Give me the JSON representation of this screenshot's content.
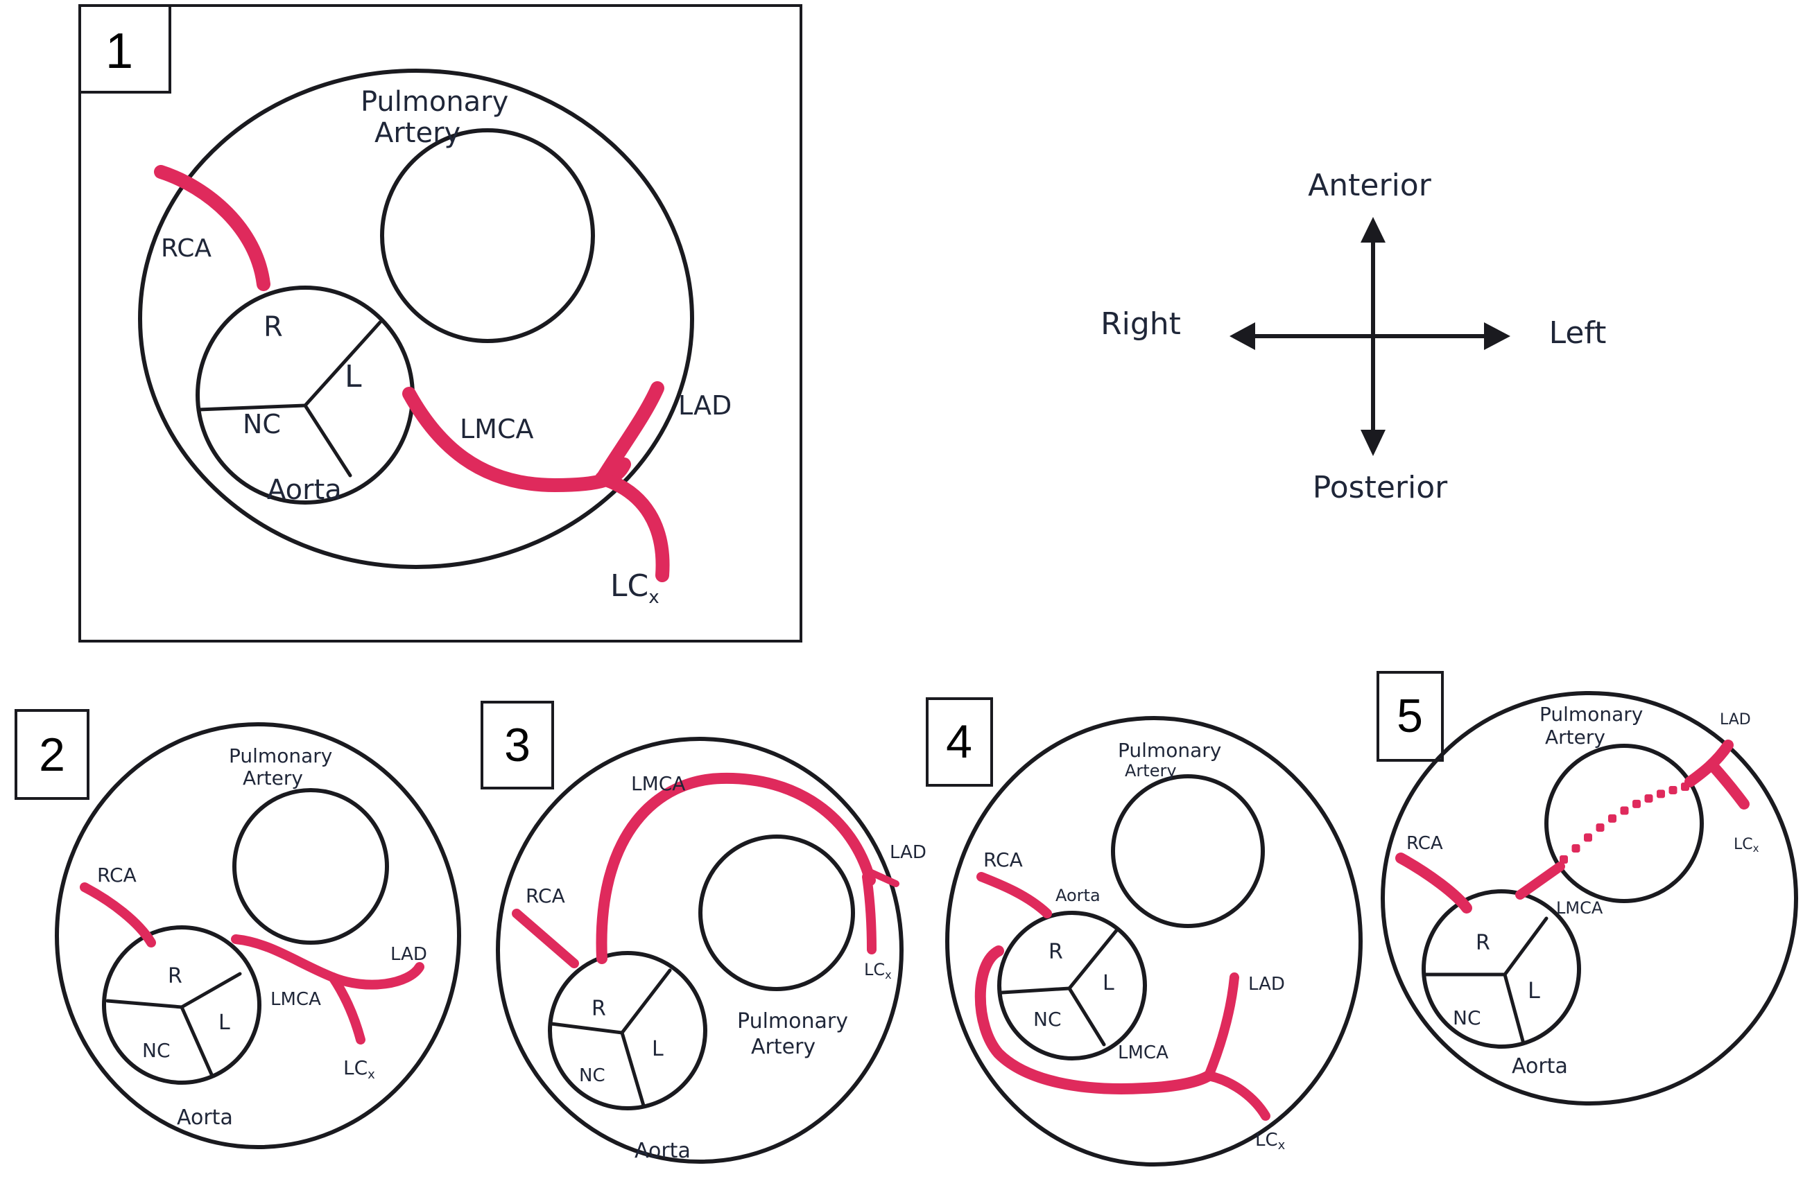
{
  "figure": {
    "colors": {
      "vessel": "#df2a5c",
      "ink": "#1a1a1f",
      "label_text": "#1f2638"
    },
    "compass": {
      "up": "Anterior",
      "down": "Posterior",
      "left": "Right",
      "right": "Left"
    },
    "panels": [
      {
        "number": "1",
        "labels": {
          "pulmonary_artery_line1": "Pulmonary",
          "pulmonary_artery_line2": "Artery",
          "aorta": "Aorta",
          "rca": "RCA",
          "lmca": "LMCA",
          "lad": "LAD",
          "lcx_main": "LC",
          "lcx_sub": "x",
          "cusp_r": "R",
          "cusp_l": "L",
          "cusp_nc": "NC"
        }
      },
      {
        "number": "2",
        "labels": {
          "pulmonary_artery_line1": "Pulmonary",
          "pulmonary_artery_line2": "Artery",
          "aorta": "Aorta",
          "rca": "RCA",
          "lmca": "LMCA",
          "lad": "LAD",
          "lcx_main": "LC",
          "lcx_sub": "x",
          "cusp_r": "R",
          "cusp_l": "L",
          "cusp_nc": "NC"
        }
      },
      {
        "number": "3",
        "labels": {
          "pulmonary_artery_line1": "Pulmonary",
          "pulmonary_artery_line2": "Artery",
          "aorta": "Aorta",
          "rca": "RCA",
          "lmca": "LMCA",
          "lad": "LAD",
          "lcx_main": "LC",
          "lcx_sub": "x",
          "cusp_r": "R",
          "cusp_l": "L",
          "cusp_nc": "NC"
        }
      },
      {
        "number": "4",
        "labels": {
          "pulmonary_artery_line1": "Pulmonary",
          "pulmonary_artery_line2": "Artery",
          "aorta": "Aorta",
          "rca": "RCA",
          "lmca": "LMCA",
          "lad": "LAD",
          "lcx_main": "LC",
          "lcx_sub": "x",
          "cusp_r": "R",
          "cusp_l": "L",
          "cusp_nc": "NC"
        }
      },
      {
        "number": "5",
        "labels": {
          "pulmonary_artery_line1": "Pulmonary",
          "pulmonary_artery_line2": "Artery",
          "aorta": "Aorta",
          "rca": "RCA",
          "lmca": "LMCA",
          "lad": "LAD",
          "lcx_main": "LC",
          "lcx_sub": "x",
          "cusp_r": "R",
          "cusp_l": "L",
          "cusp_nc": "NC"
        }
      }
    ]
  }
}
